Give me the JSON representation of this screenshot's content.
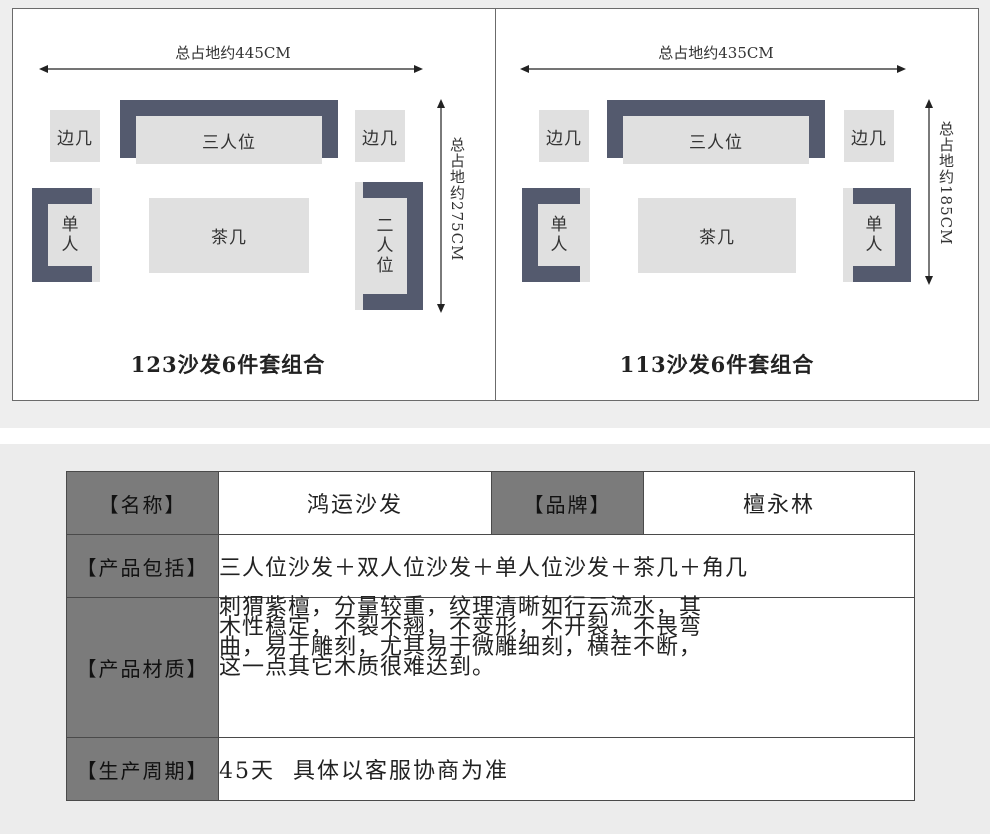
{
  "layouts": [
    {
      "width_dim": "总占地约445CM",
      "depth_dim": "总占地约275CM",
      "side_table_left": "边几",
      "three_seat": "三人位",
      "side_table_right": "边几",
      "single_left": [
        "单",
        "人"
      ],
      "coffee_table": "茶几",
      "right_seat": [
        "二",
        "人",
        "位"
      ],
      "caption": "123沙发6件套组合"
    },
    {
      "width_dim": "总占地约435CM",
      "depth_dim": "总占地约185CM",
      "side_table_left": "边几",
      "three_seat": "三人位",
      "side_table_right": "边几",
      "single_left": [
        "单",
        "人"
      ],
      "coffee_table": "茶几",
      "right_seat": [
        "单",
        "人"
      ],
      "caption": "113沙发6件套组合"
    }
  ],
  "info": {
    "name_key": "【名称】",
    "name_value": "鸿运沙发",
    "brand_key": "【品牌】",
    "brand_value": "檀永林",
    "includes_key": "【产品包括】",
    "includes_value": "三人位沙发＋双人位沙发＋单人位沙发＋茶几＋角几",
    "material_key": "【产品材质】",
    "material_lines": [
      "刺猬紫檀，分量较重，纹理清晰如行云流水，其",
      "木性稳定，不裂不翘，不变形，不开裂，不畏弯",
      "曲，易于雕刻，尤其易于微雕细刻，横茬不断，",
      "这一点其它木质很难达到。"
    ],
    "period_key": "【生产周期】",
    "period_value": "45天  具体以客服协商为准"
  },
  "colors": {
    "sofa_frame": "#545a6e",
    "cushion": "#e0e0e0",
    "key_cell": "#7b7b7b"
  }
}
